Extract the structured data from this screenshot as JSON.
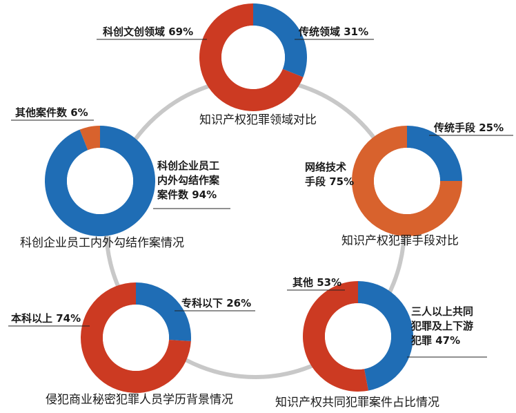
{
  "colors": {
    "blue": "#1f6db5",
    "red": "#cc3a22",
    "orange": "#d8622d",
    "ring": "#c8c8c8",
    "line": "#222222"
  },
  "chart_data": [
    {
      "type": "pie",
      "title": "知识产权犯罪领域对比",
      "slices": [
        {
          "label": "传统领域 31%",
          "value": 31,
          "color": "blue"
        },
        {
          "label": "科创文创领域 69%",
          "value": 69,
          "color": "red"
        }
      ]
    },
    {
      "type": "pie",
      "title": "知识产权犯罪手段对比",
      "slices": [
        {
          "label": "传统手段 25%",
          "value": 25,
          "color": "blue"
        },
        {
          "label": "网络技术手段 75%",
          "value": 75,
          "color": "orange"
        }
      ]
    },
    {
      "type": "pie",
      "title": "知识产权共同犯罪案件占比情况",
      "slices": [
        {
          "label": "三人以上共同犯罪及上下游犯罪 47%",
          "value": 47,
          "color": "blue"
        },
        {
          "label": "其他 53%",
          "value": 53,
          "color": "red"
        }
      ]
    },
    {
      "type": "pie",
      "title": "侵犯商业秘密犯罪人员学历背景情况",
      "slices": [
        {
          "label": "专科以下 26%",
          "value": 26,
          "color": "blue"
        },
        {
          "label": "本科以上 74%",
          "value": 74,
          "color": "red"
        }
      ]
    },
    {
      "type": "pie",
      "title": "科创企业员工内外勾结作案情况",
      "slices": [
        {
          "label": "其他案件数 6%",
          "value": 6,
          "color": "orange"
        },
        {
          "label": "科创企业员工内外勾结作案案件数 94%",
          "value": 94,
          "color": "blue"
        }
      ]
    }
  ]
}
